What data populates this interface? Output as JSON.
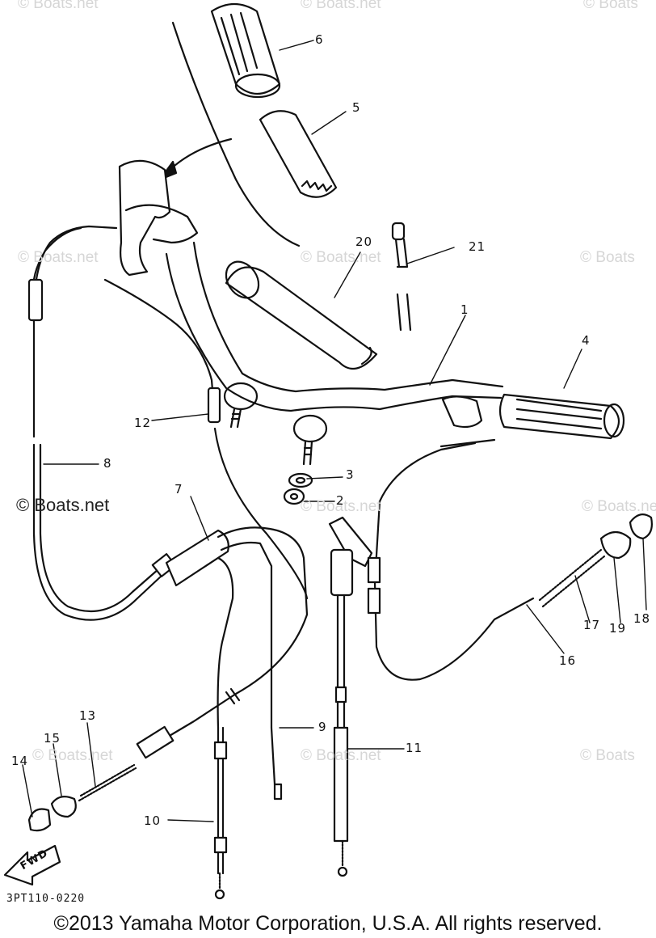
{
  "watermarks": {
    "w1": "© Boats.net",
    "w2": "© Boats.net",
    "w3": "© Boats",
    "w4": "© Boats.net",
    "w5": "© Boats.net",
    "w6": "© Boats",
    "w7": "© Boats.net",
    "w8": "© Boats.net",
    "w9": "© Boats.net",
    "w10": "© Boats",
    "w11": "© Boats.net",
    "w12": "© Boats.net",
    "w13": "© Boats"
  },
  "callouts": {
    "c1": "1",
    "c2": "2",
    "c3": "3",
    "c4": "4",
    "c5": "5",
    "c6": "6",
    "c7": "7",
    "c8": "8",
    "c9": "9",
    "c10": "10",
    "c11": "11",
    "c12": "12",
    "c13": "13",
    "c14": "14",
    "c15": "15",
    "c16": "16",
    "c17": "17",
    "c18": "18",
    "c19": "19",
    "c20": "20",
    "c21": "21"
  },
  "fwd_arrow": "FWD",
  "diagram_code": "3PT110-0220",
  "copyright": "©2013 Yamaha Motor Corporation, U.S.A. All rights reserved."
}
